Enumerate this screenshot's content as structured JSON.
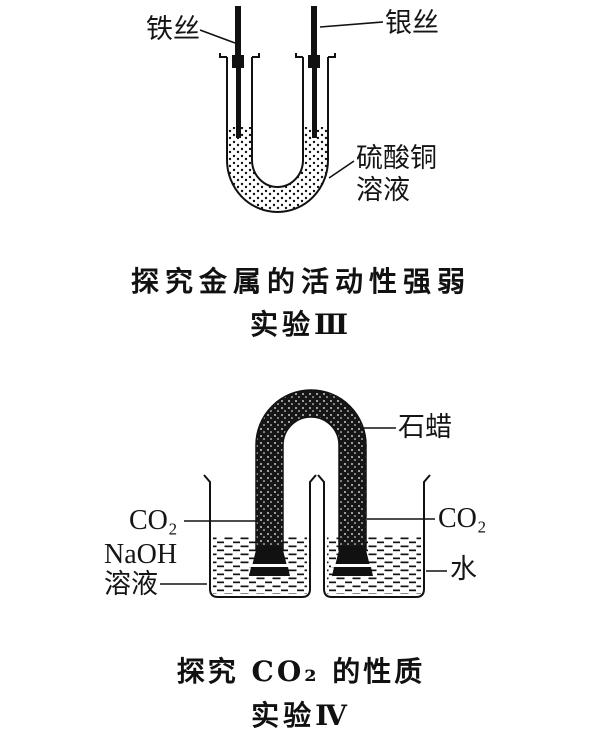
{
  "page": {
    "background": "#ffffff",
    "ink": "#1b1b1b"
  },
  "experiment_iii": {
    "label_iron_wire": "铁丝",
    "label_silver_wire": "银丝",
    "label_solution_line1": "硫酸铜",
    "label_solution_line2": "溶液",
    "caption_line1": "探究金属的活动性强弱",
    "caption_line2": "实验Ⅲ"
  },
  "experiment_iv": {
    "label_paraffin": "石蜡",
    "label_co2_left": "CO₂",
    "label_co2_right": "CO₂",
    "label_naoh_line1": "NaOH",
    "label_naoh_line2": "溶液",
    "label_water": "水",
    "caption_line1": "探究 CO₂ 的性质",
    "caption_line2": "实验Ⅳ"
  }
}
